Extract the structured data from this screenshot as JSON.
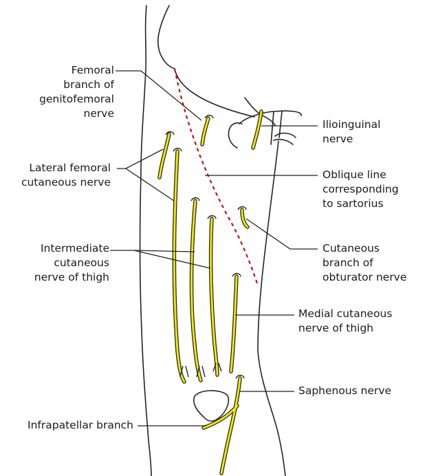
{
  "figure": {
    "nerve_color": "#f2e800",
    "outline_color": "#222222",
    "oblique_line_color": "#c0101a"
  },
  "labels": {
    "femoral_branch": "Femoral\nbranch of\ngenitofemoral\nnerve",
    "lateral_femoral": "Lateral femoral\ncutaneous nerve",
    "intermediate": "Intermediate\ncutaneous\nnerve of thigh",
    "infrapatellar": "Infrapatellar branch",
    "ilioinguinal": "Ilioinguinal\nnerve",
    "oblique_line": "Oblique line\ncorresponding\nto sartorius",
    "obturator": "Cutaneous\nbranch of\nobturator nerve",
    "medial_cutaneous": "Medial cutaneous\nnerve of thigh",
    "saphenous": "Saphenous nerve"
  }
}
